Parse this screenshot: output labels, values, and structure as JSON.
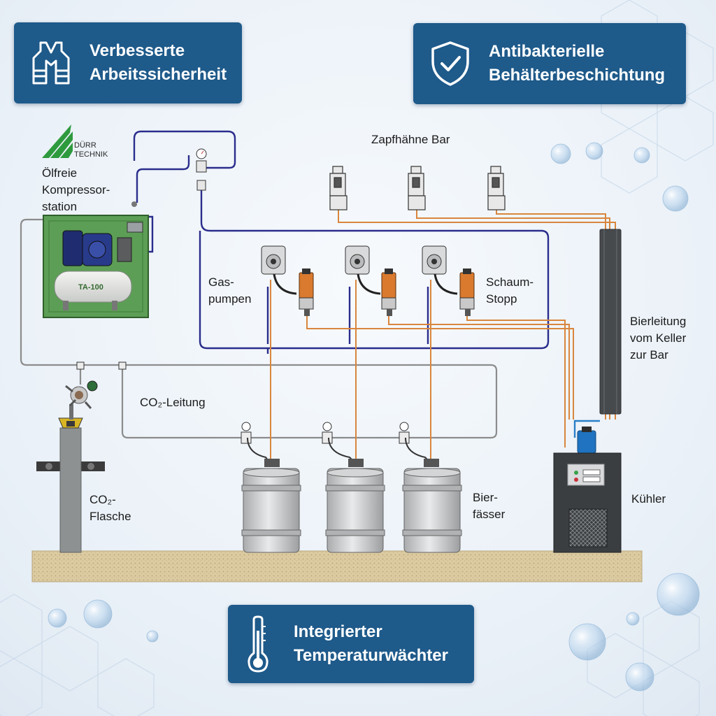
{
  "features": {
    "safety": {
      "label": "Verbesserte Arbeitssicherheit",
      "icon": "safety-vest-icon"
    },
    "antibacterial": {
      "label": "Antibakterielle Behälterbeschichtung",
      "icon": "shield-check-icon"
    },
    "temperature": {
      "label": "Integrierter Temperaturwächter",
      "icon": "thermometer-icon"
    }
  },
  "brand": {
    "logo_text": "DÜRR TECHNIK"
  },
  "compressor": {
    "label": "Ölfreie Kompressor-station",
    "model": "TA-100"
  },
  "taps": {
    "label": "Zapfhähne Bar"
  },
  "gas_pumps": {
    "label": "Gas-pumpen"
  },
  "foam_stop": {
    "label": "Schaum-Stopp"
  },
  "beer_line": {
    "label": "Bierleitung vom Keller zur Bar"
  },
  "co2_line": {
    "label": "CO₂-Leitung"
  },
  "co2_bottle": {
    "label": "CO₂-Flasche"
  },
  "kegs": {
    "label": "Bier-fässer"
  },
  "cooler": {
    "label": "Kühler"
  },
  "colors": {
    "box_blue": "#1e5a8a",
    "air_line": "#2a2d8c",
    "co2_line": "#8c8c8c",
    "beer_line": "#d9863e",
    "compressor_green": "#5c9e55",
    "floor": "#d9c79e"
  }
}
